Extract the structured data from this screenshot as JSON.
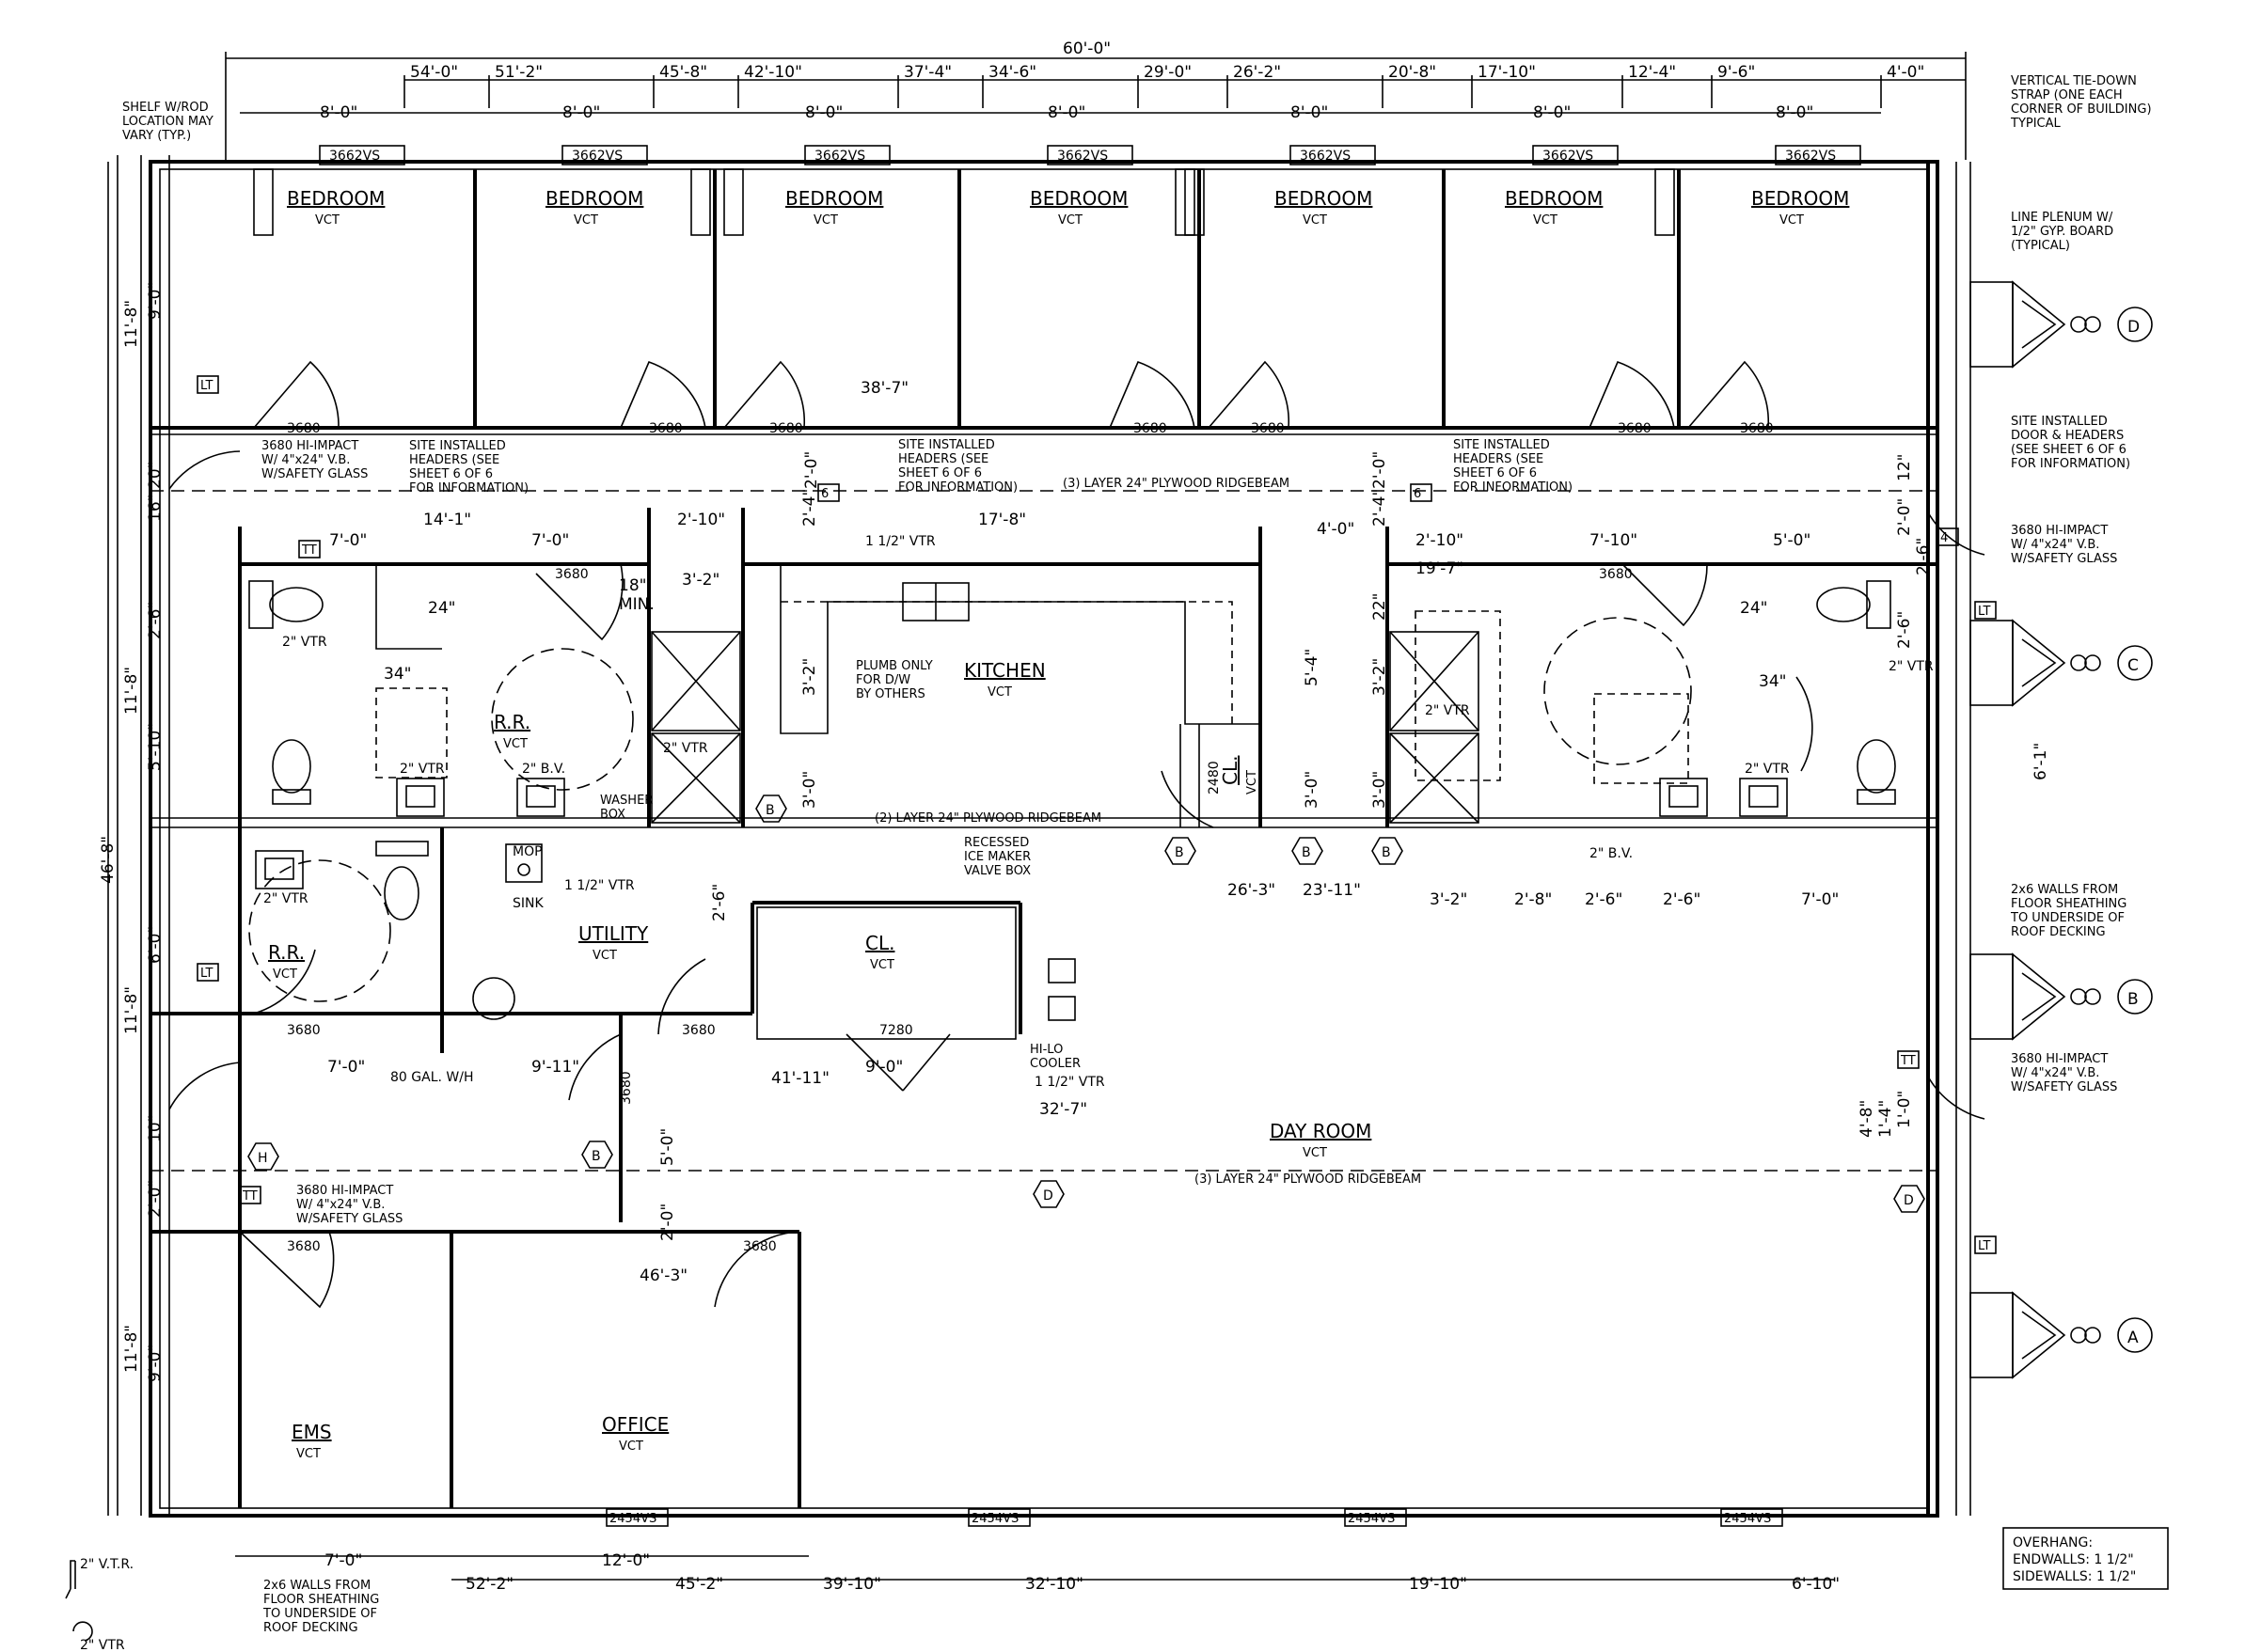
{
  "overall": {
    "width": "60'-0\"",
    "depth": "46'-8\""
  },
  "top_dims": [
    "54'-0\"",
    "51'-2\"",
    "45'-8\"",
    "42'-10\"",
    "37'-4\"",
    "34'-6\"",
    "29'-0\"",
    "26'-2\"",
    "20'-8\"",
    "17'-10\"",
    "12'-4\"",
    "9'-6\"",
    "4'-0\""
  ],
  "module_width": "8'-0\"",
  "top_windows": [
    "3662VS",
    "3662VS",
    "3662VS",
    "3662VS",
    "3662VS",
    "3662VS",
    "3662VS"
  ],
  "bottom_windows": [
    "2454VS",
    "2454VS",
    "2454VS",
    "2454VS"
  ],
  "bottom_dims": [
    "7'-0\"",
    "52'-2\"",
    "12'-0\"",
    "45'-2\"",
    "39'-10\"",
    "32'-10\"",
    "19'-10\"",
    "6'-10\""
  ],
  "left_dims": [
    "11'-8\"",
    "9'-0\"",
    "20\"",
    "16\"",
    "2'-6\"",
    "11'-8\"",
    "5'-10\"",
    "46'-8\"",
    "6'-0\"",
    "11'-8\"",
    "10\"",
    "2'-0\"",
    "11'-8\"",
    "9'-0\""
  ],
  "rooms": {
    "bedroom": "BEDROOM",
    "vct": "VCT",
    "kitchen": "KITCHEN",
    "rr": "R.R.",
    "utility": "UTILITY",
    "cl": "CL.",
    "day_room": "DAY ROOM",
    "ems": "EMS",
    "office": "OFFICE"
  },
  "doors": {
    "d3680": "3680",
    "d2480": "2480",
    "d7280": "7280"
  },
  "notes": {
    "shelf": [
      "SHELF W/ROD",
      "LOCATION MAY",
      "VARY (TYP.)"
    ],
    "tiedown": [
      "VERTICAL TIE-DOWN",
      "STRAP (ONE EACH",
      "CORNER OF BUILDING)",
      "TYPICAL"
    ],
    "plenum": [
      "LINE PLENUM W/",
      "1/2\" GYP. BOARD",
      "(TYPICAL)"
    ],
    "site_door_right": [
      "SITE INSTALLED",
      "DOOR & HEADERS",
      "(SEE SHEET 6 OF 6",
      "FOR INFORMATION)"
    ],
    "site_door_left": [
      "SITE INSTALLED",
      "HEADERS (SEE",
      "SHEET 6 OF 6",
      "FOR INFORMATION)"
    ],
    "hiimpact_left": [
      "3680 HI-IMPACT",
      "W/ 4\"x24\" V.B.",
      "W/SAFETY GLASS"
    ],
    "hiimpact_right": [
      "3680 HI-IMPACT",
      "W/ 4\"x24\" V.B.",
      "W/SAFETY GLASS"
    ],
    "hiimpact_right2": [
      "3680 HI-IMPACT",
      "W/ 4\"x24\" V.B.",
      "W/SAFETY GLASS"
    ],
    "hiimpact_lower": [
      "3680 HI-IMPACT",
      "W/ 4\"x24\" V.B.",
      "W/SAFETY GLASS"
    ],
    "walls_right": [
      "2x6 WALLS FROM",
      "FLOOR SHEATHING",
      "TO UNDERSIDE OF",
      "ROOF DECKING"
    ],
    "walls_bottom": [
      "2x6 WALLS FROM",
      "FLOOR SHEATHING",
      "TO UNDERSIDE OF",
      "ROOF DECKING"
    ],
    "plumb": [
      "PLUMB ONLY",
      "FOR D/W",
      "BY OTHERS"
    ],
    "icemaker": [
      "RECESSED",
      "ICE MAKER",
      "VALVE BOX"
    ],
    "hilo": [
      "HI-LO",
      "COOLER"
    ],
    "washer": [
      "WASHER",
      "BOX"
    ],
    "overhang": [
      "OVERHANG:",
      "ENDWALLS:  1 1/2\"",
      "SIDEWALLS:  1 1/2\""
    ]
  },
  "ridgebeams": {
    "top": "(3) LAYER 24\" PLYWOOD RIDGEBEAM",
    "middle": "(2) LAYER 24\" PLYWOOD RIDGEBEAM",
    "bottom": "(3) LAYER 24\" PLYWOOD RIDGEBEAM"
  },
  "plumbing": {
    "vtr2": "2\" VTR",
    "vtr112": "1 1/2\" VTR",
    "bv2": "2\" B.V.",
    "mop": "MOP",
    "sink": "SINK",
    "wh": "80 GAL. W/H",
    "vtr_legend": "2\" V.T.R."
  },
  "misc_dims": {
    "d38_7": "38'-7\"",
    "d14_1": "14'-1\"",
    "d7_0": "7'-0\"",
    "d2_10": "2'-10\"",
    "d17_8": "17'-8\"",
    "d4_0": "4'-0\"",
    "d3_2": "3'-2\"",
    "d18min": "18\"",
    "min": "MIN.",
    "d24": "24\"",
    "d34": "34\"",
    "d2_4": "2'-4\"",
    "d3_0": "3'-0\"",
    "d5_4": "5'-4\"",
    "d7_10": "7'-10\"",
    "d5_0": "5'-0\"",
    "d19_7": "19'-7\"",
    "d22": "22\"",
    "d2_0": "2'-0\"",
    "d2_6": "2'-6\"",
    "d12": "12\"",
    "d6_1": "6'-1\"",
    "d26_3": "26'-3\"",
    "d23_11": "23'-11\"",
    "d3_2b": "3'-2\"",
    "d2_8": "2'-8\"",
    "d2_6b": "2'-6\"",
    "d2_6c": "2'-6\"",
    "d7_0b": "7'-0\"",
    "d9_11": "9'-11\"",
    "d41_11": "41'-11\"",
    "d9_0": "9'-0\"",
    "d32_7": "32'-7\"",
    "d46_3": "46'-3\"",
    "d5_0b": "5'-0\"",
    "d2_0b": "2'-0\"",
    "d4_8": "4'-8\"",
    "d1_4": "1'-4\"",
    "d1_0": "1'-0\""
  },
  "tags": {
    "grid": [
      "D",
      "C",
      "B",
      "A"
    ],
    "B": "B",
    "D": "D",
    "H": "H",
    "six": "6",
    "four": "4",
    "LT": "LT",
    "TT": "TT"
  }
}
